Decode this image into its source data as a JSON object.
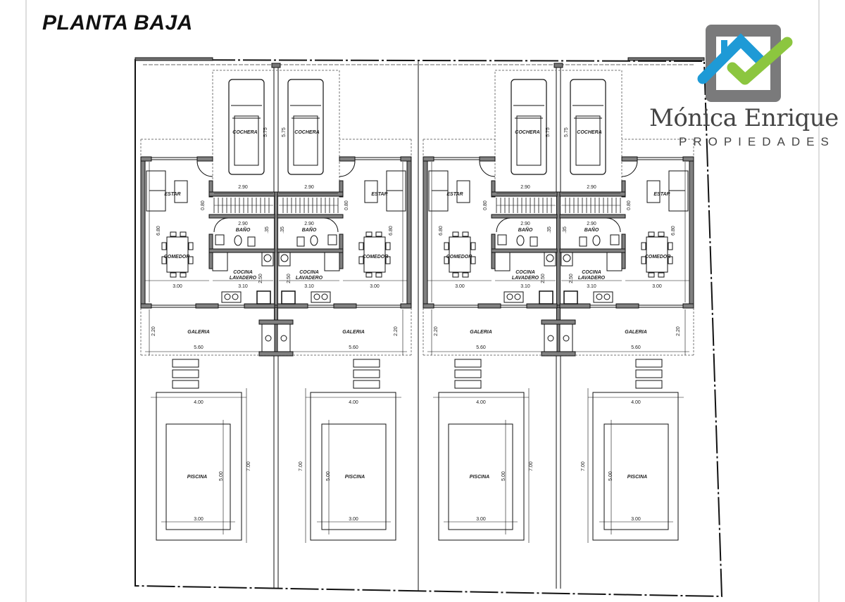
{
  "title": "PLANTA BAJA",
  "logo": {
    "name": "Mónica Enrique",
    "tagline": "PROPIEDADES",
    "colors": {
      "frame": "#7a7a7b",
      "house": "#1e9ad6",
      "check": "#8cc63f",
      "text": "#444444"
    }
  },
  "rooms": {
    "garage": "COCHERA",
    "living": "ESTAR",
    "bath": "BAÑO",
    "dining": "COMEDOR",
    "kitchen_1": "COCINA",
    "kitchen_2": "LAVADERO",
    "gallery": "GALERIA",
    "pool": "PISCINA"
  },
  "dimensions": {
    "garage_depth": "5.75",
    "garage_width": "2.90",
    "stairs_depth": "0.80",
    "bath_width": "2.90",
    "bath_depth": ".35",
    "house_depth": "6.80",
    "kitchen_width": "3.10",
    "kitchen_depth": "2.50",
    "dining_width": "3.00",
    "gallery_width": "5.60",
    "gallery_depth": "2.20",
    "pool_outer_width": "4.00",
    "pool_outer_length": "7.00",
    "pool_inner_length": "5.00",
    "pool_inner_width": "3.00"
  }
}
